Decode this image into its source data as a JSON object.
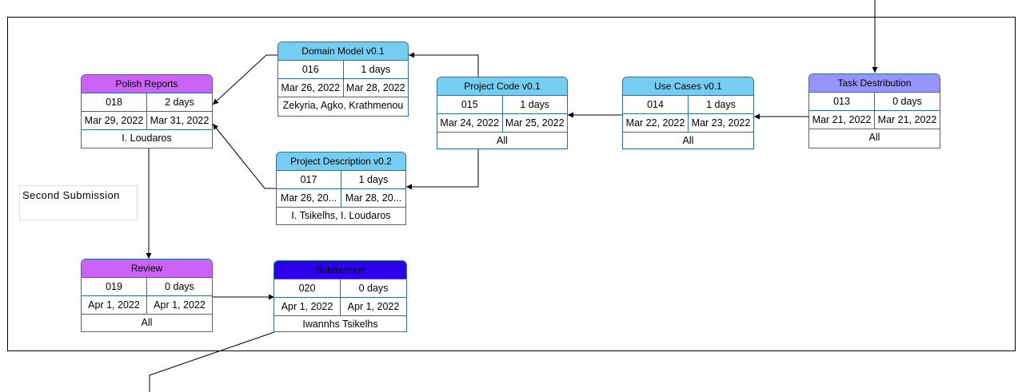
{
  "colors": {
    "border": "#2f6f8f",
    "blue": "#76cdf2",
    "purple": "#cb63f6",
    "lavender": "#9595fb",
    "submission": "#2c00ee",
    "edge": "#000000"
  },
  "note": {
    "text": "Second Submission"
  },
  "nodes": [
    {
      "key": "polish",
      "title": "Polish Reports",
      "id": "018",
      "duration": "2 days",
      "start": "Mar 29, 2022",
      "finish": "Mar 31, 2022",
      "resources": "I. Loudaros",
      "color": "#cb63f6"
    },
    {
      "key": "domain",
      "title": "Domain Model v0.1",
      "id": "016",
      "duration": "1 days",
      "start": "Mar 26, 2022",
      "finish": "Mar 28, 2022",
      "resources": "Zekyria, Agko, Krathmenou",
      "color": "#76cdf2"
    },
    {
      "key": "code",
      "title": "Project Code v0.1",
      "id": "015",
      "duration": "1 days",
      "start": "Mar 24, 2022",
      "finish": "Mar 25, 2022",
      "resources": "All",
      "color": "#76cdf2"
    },
    {
      "key": "usecases",
      "title": "Use Cases v0.1",
      "id": "014",
      "duration": "1 days",
      "start": "Mar 22, 2022",
      "finish": "Mar 23, 2022",
      "resources": "All",
      "color": "#76cdf2"
    },
    {
      "key": "task",
      "title": "Task Destribution",
      "id": "013",
      "duration": "0 days",
      "start": "Mar 21, 2022",
      "finish": "Mar 21, 2022",
      "resources": "All",
      "color": "#9595fb"
    },
    {
      "key": "description",
      "title": "Project Description v0.2",
      "id": "017",
      "duration": "1 days",
      "start": "Mar 26, 20...",
      "finish": "Mar 28, 20...",
      "resources": "I. Tsikelhs, I. Loudaros",
      "color": "#76cdf2"
    },
    {
      "key": "review",
      "title": "Review",
      "id": "019",
      "duration": "0 days",
      "start": "Apr 1, 2022",
      "finish": "Apr 1, 2022",
      "resources": "All",
      "color": "#cb63f6"
    },
    {
      "key": "submission",
      "title": "Submission",
      "id": "020",
      "duration": "0 days",
      "start": "Apr 1, 2022",
      "finish": "Apr 1, 2022",
      "resources": "Iwannhs Tsikelhs",
      "color": "#2c00ee"
    }
  ],
  "edges": [
    {
      "from": "task",
      "to": "usecases"
    },
    {
      "from": "usecases",
      "to": "code"
    },
    {
      "from": "code",
      "to": "domain"
    },
    {
      "from": "code",
      "to": "description"
    },
    {
      "from": "domain",
      "to": "polish"
    },
    {
      "from": "description",
      "to": "polish"
    },
    {
      "from": "polish",
      "to": "review"
    },
    {
      "from": "review",
      "to": "submission"
    }
  ]
}
